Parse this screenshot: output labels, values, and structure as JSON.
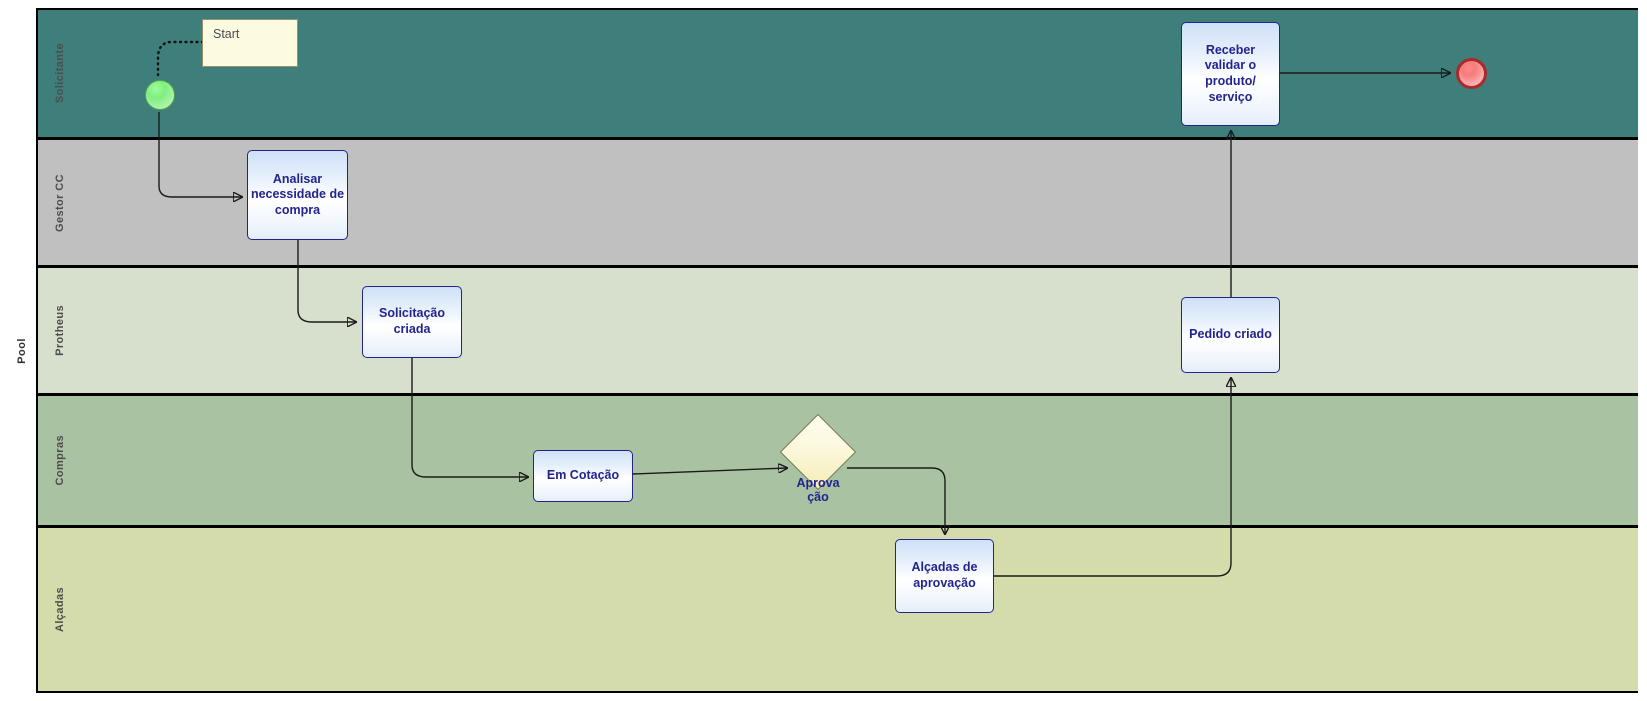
{
  "diagram": {
    "type": "bpmn-swimlane",
    "pool": {
      "label": "Pool"
    },
    "lanes": [
      {
        "id": "solicitante",
        "label": "Solicitante",
        "color": "#3E7F7B"
      },
      {
        "id": "gestor-cc",
        "label": "Gestor CC",
        "color": "#C0C0C0"
      },
      {
        "id": "protheus",
        "label": "Protheus",
        "color": "#D7E0CC"
      },
      {
        "id": "compras",
        "label": "Compras",
        "color": "#A9C2A2"
      },
      {
        "id": "alcadas",
        "label": "Alçadas",
        "color": "#D5DCAB"
      }
    ],
    "nodes": {
      "start_event": {
        "name": "start-event",
        "kind": "start-event",
        "label": ""
      },
      "start_note": {
        "name": "start-note",
        "kind": "text-annotation",
        "label": "Start"
      },
      "analisar": {
        "name": "task-analisar-necessidade",
        "kind": "task",
        "label": "Analisar necessidade de compra"
      },
      "solicitacao": {
        "name": "task-solicitacao-criada",
        "kind": "task",
        "label": "Solicitação criada"
      },
      "cotacao": {
        "name": "task-em-cotacao",
        "kind": "task",
        "label": "Em Cotação"
      },
      "aprovacao": {
        "name": "gateway-aprovacao",
        "kind": "gateway",
        "label": "Aprova\nção"
      },
      "alcadas_task": {
        "name": "task-alcadas-de-aprovacao",
        "kind": "task",
        "label": "Alçadas de aprovação"
      },
      "pedido": {
        "name": "task-pedido-criado",
        "kind": "task",
        "label": "Pedido criado"
      },
      "receber": {
        "name": "task-receber-validar",
        "kind": "task",
        "label": "Receber validar o produto/ serviço"
      },
      "end_event": {
        "name": "end-event",
        "kind": "end-event",
        "label": ""
      }
    },
    "colors": {
      "task_border": "#23238E",
      "task_text": "#23238E",
      "start_fill": "#7FF07F",
      "end_fill": "#F77B7B",
      "end_border": "#A82B2B",
      "gateway_fill": "#FBF8DC",
      "note_fill": "#FCFBDF",
      "flow_stroke": "#1A1A1A"
    }
  }
}
